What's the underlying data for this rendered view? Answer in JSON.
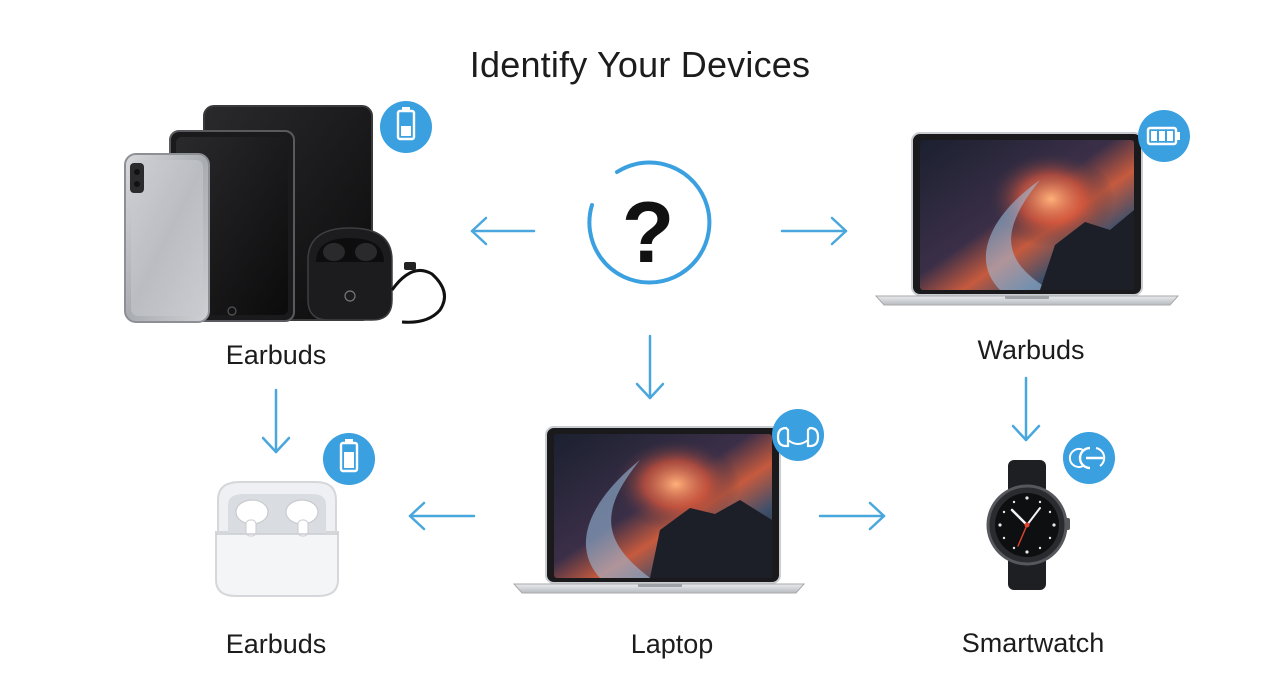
{
  "title": "Identify Your Devices",
  "center": {
    "symbol": "?"
  },
  "labels": {
    "top_left": "Earbuds",
    "top_right": "Warbuds",
    "bottom_left": "Earbuds",
    "bottom_center": "Laptop",
    "bottom_right": "Smartwatch"
  },
  "icons": {
    "top_left_badge": "battery-low-icon",
    "top_right_badge": "battery-full-icon",
    "bottom_left_badge": "battery-icon",
    "bottom_center_badge": "earbuds-icon",
    "bottom_right_badge": "sync-icon"
  },
  "colors": {
    "accent": "#3aa0e0",
    "arrow": "#4aa7dd",
    "text": "#1c1c1c"
  }
}
